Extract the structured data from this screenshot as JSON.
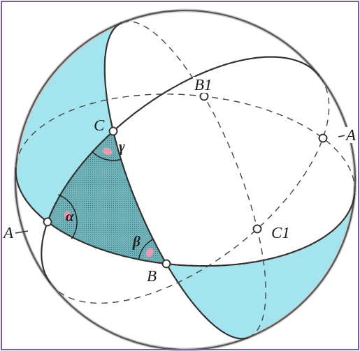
{
  "diagram": {
    "labels": [
      "C",
      "B1",
      "A",
      "A",
      "B",
      "C1",
      "γ",
      "α",
      "β"
    ]
  }
}
